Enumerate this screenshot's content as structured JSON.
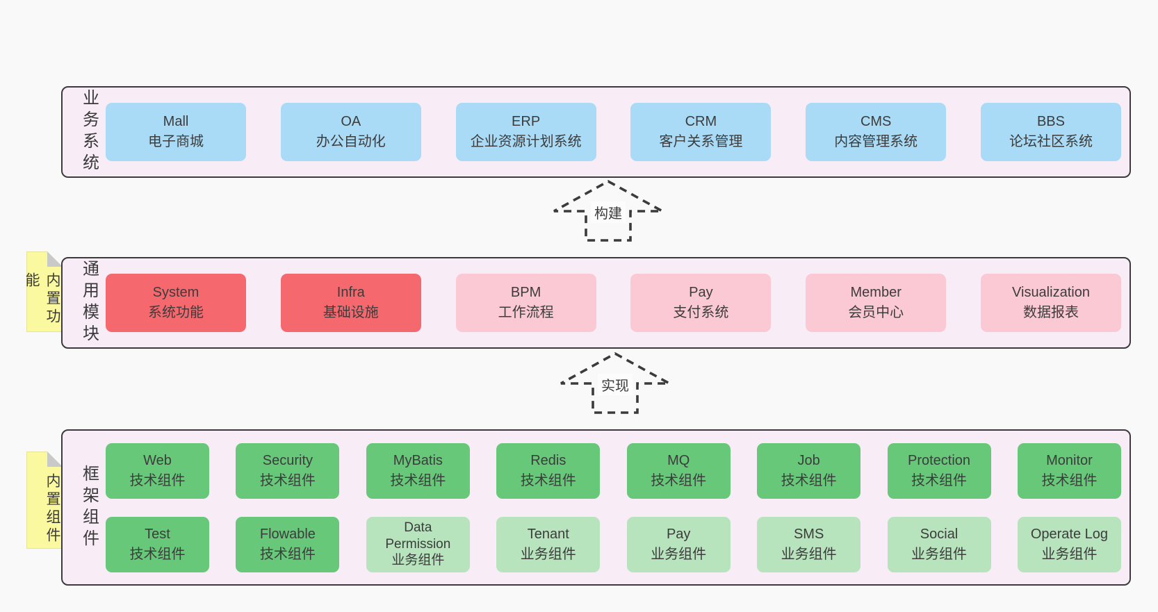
{
  "layers": {
    "business": {
      "label": "业务系统",
      "boxes": [
        {
          "name": "Mall",
          "desc": "电子商城"
        },
        {
          "name": "OA",
          "desc": "办公自动化"
        },
        {
          "name": "ERP",
          "desc": "企业资源计划系统"
        },
        {
          "name": "CRM",
          "desc": "客户关系管理"
        },
        {
          "name": "CMS",
          "desc": "内容管理系统"
        },
        {
          "name": "BBS",
          "desc": "论坛社区系统"
        }
      ]
    },
    "modules": {
      "label": "通用模块",
      "sticky": "内置功能",
      "boxes": [
        {
          "name": "System",
          "desc": "系统功能"
        },
        {
          "name": "Infra",
          "desc": "基础设施"
        },
        {
          "name": "BPM",
          "desc": "工作流程"
        },
        {
          "name": "Pay",
          "desc": "支付系统"
        },
        {
          "name": "Member",
          "desc": "会员中心"
        },
        {
          "name": "Visualization",
          "desc": "数据报表"
        }
      ]
    },
    "components": {
      "label": "框架组件",
      "sticky": "内置组件",
      "row1": [
        {
          "name": "Web",
          "desc": "技术组件"
        },
        {
          "name": "Security",
          "desc": "技术组件"
        },
        {
          "name": "MyBatis",
          "desc": "技术组件"
        },
        {
          "name": "Redis",
          "desc": "技术组件"
        },
        {
          "name": "MQ",
          "desc": "技术组件"
        },
        {
          "name": "Job",
          "desc": "技术组件"
        },
        {
          "name": "Protection",
          "desc": "技术组件"
        },
        {
          "name": "Monitor",
          "desc": "技术组件"
        }
      ],
      "row2": [
        {
          "name": "Test",
          "desc": "技术组件"
        },
        {
          "name": "Flowable",
          "desc": "技术组件"
        },
        {
          "name": "Data Permission",
          "desc": "业务组件"
        },
        {
          "name": "Tenant",
          "desc": "业务组件"
        },
        {
          "name": "Pay",
          "desc": "业务组件"
        },
        {
          "name": "SMS",
          "desc": "业务组件"
        },
        {
          "name": "Social",
          "desc": "业务组件"
        },
        {
          "name": "Operate Log",
          "desc": "业务组件"
        }
      ]
    }
  },
  "arrows": {
    "build": "构建",
    "implement": "实现"
  },
  "colors": {
    "page_bg": "#f9f9f9",
    "container_bg": "#f8edf7",
    "container_border": "#3b3b3b",
    "blue_box": "#a9dbf6",
    "red_box": "#f5696e",
    "pink_box": "#fbc9d4",
    "green_box": "#66c878",
    "light_green_box": "#b7e3bd",
    "sticky_note": "#fbf9a0",
    "text": "#3c3c3c"
  }
}
